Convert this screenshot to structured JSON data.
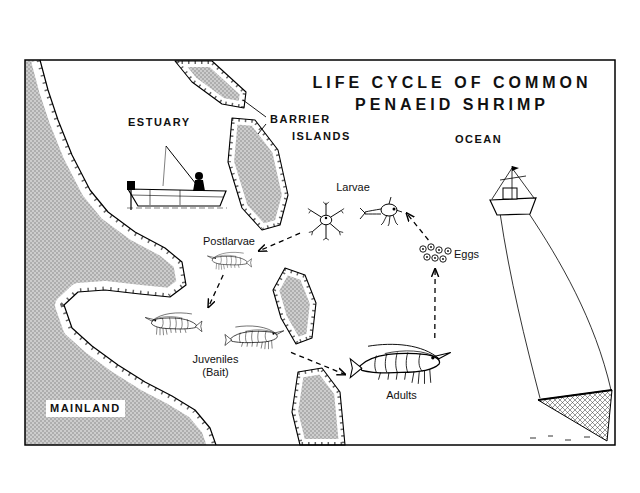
{
  "diagram": {
    "title": "LIFE CYCLE OF COMMON PENAEID SHRIMP",
    "nodes": [
      {
        "text": [
          "Larvae"
        ]
      },
      {
        "text": [
          "Eggs"
        ]
      },
      {
        "text": [
          "Postlarvae"
        ]
      },
      {
        "text": [
          "Juveniles (Bait)"
        ]
      },
      {
        "text": [
          "Adults"
        ]
      }
    ],
    "edges": [
      {
        "from": 4,
        "to": 1,
        "arrow": "to"
      },
      {
        "from": 1,
        "to": 0,
        "arrow": "to"
      },
      {
        "from": 0,
        "to": 2,
        "arrow": "to"
      },
      {
        "from": 2,
        "to": 3,
        "arrow": "to"
      },
      {
        "from": 3,
        "to": 4,
        "arrow": "to"
      }
    ],
    "labels": [
      "ESTUARY",
      "BARRIER",
      "ISLANDS",
      "OCEAN",
      "MAINLAND"
    ]
  }
}
